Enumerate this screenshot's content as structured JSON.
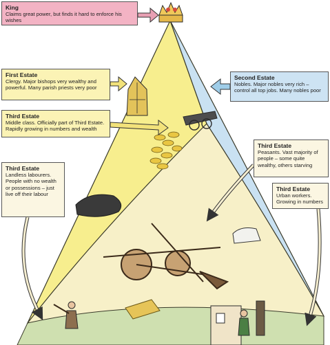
{
  "estates": {
    "king": {
      "title": "King",
      "desc": "Claims great power, but finds it hard to enforce his wishes"
    },
    "first": {
      "title": "First Estate",
      "desc": "Clergy. Major bishops very wealthy and powerful. Many parish priests very poor"
    },
    "third_middle": {
      "title": "Third Estate",
      "desc": "Middle class. Officially part of Third Estate. Rapidly growing in numbers and wealth"
    },
    "second": {
      "title": "Second Estate",
      "desc": "Nobles. Major nobles very rich – control all top jobs. Many nobles poor"
    },
    "third_peasants": {
      "title": "Third Estate",
      "desc": "Peasants. Vast majority of people – some quite wealthy, others starving"
    },
    "third_landless": {
      "title": "Third Estate",
      "desc": "Landless labourers. People with no wealth or possessions – just live off their labour"
    },
    "third_urban": {
      "title": "Third Estate",
      "desc": "Urban workers. Growing in numbers"
    }
  },
  "colors": {
    "king_box": "#f3b3c4",
    "clergy_box": "#fbf3b5",
    "noble_box": "#cde3f3",
    "commons_box": "#fbf6e2",
    "clergy_section": "#f7ee8e",
    "noble_section": "#c9e1f2",
    "peasant_land": "#f7f0c8",
    "arrow_pink": "#e8a0b4",
    "arrow_yellow": "#f2e27a",
    "arrow_blue": "#9fcde8",
    "arrow_cream": "#f6eed0"
  },
  "icons": [
    "crown-icon",
    "mitre-icon",
    "cannon-icon",
    "coins-icon",
    "stone-icon",
    "plough-icon",
    "labourer-icon",
    "townhouse-icon",
    "urban-worker-icon",
    "hay-icon",
    "cow-icon",
    "wheel-icon"
  ]
}
